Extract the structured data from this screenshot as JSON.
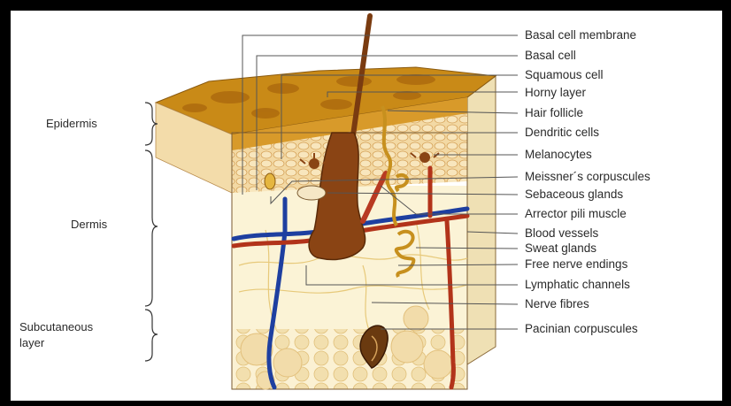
{
  "layers": {
    "epidermis": "Epidermis",
    "dermis": "Dermis",
    "subcutaneous_line1": "Subcutaneous",
    "subcutaneous_line2": "layer"
  },
  "labels": [
    "Basal cell membrane",
    "Basal cell",
    "Squamous cell",
    "Horny layer",
    "Hair follicle",
    "Dendritic cells",
    "Melanocytes",
    "Meissner´s corpuscules",
    "Sebaceous glands",
    "Arrector pili muscle",
    "Blood vessels",
    "Sweat glands",
    "Free nerve endings",
    "Lymphatic channels",
    "Nerve fibres",
    "Pacinian corpuscules"
  ],
  "colors": {
    "horny": "#c98a17",
    "epidermis": "#f3d9a4",
    "dermis": "#fbf3d6",
    "hair": "#7a3b10",
    "vein": "#1e3fa0",
    "artery": "#b2331a",
    "fat": "#f2dfae"
  }
}
